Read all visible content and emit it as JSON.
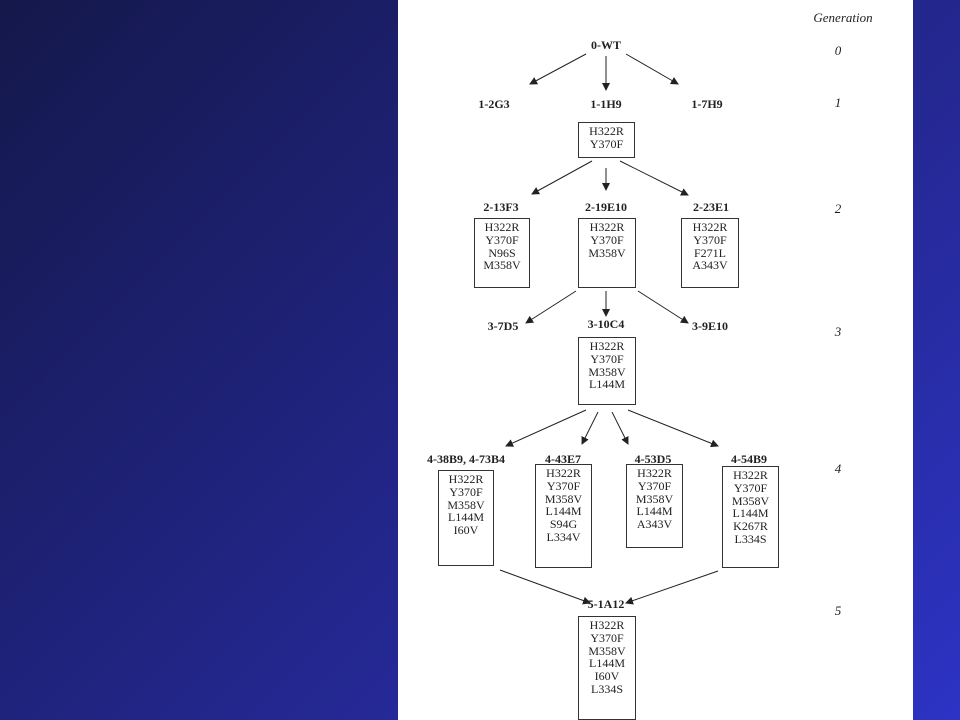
{
  "generation_header": "Generation",
  "generations": [
    "0",
    "1",
    "2",
    "3",
    "4",
    "5"
  ],
  "nodes": {
    "wt": "0-WT",
    "g1_a": "1-2G3",
    "g1_b": "1-1H9",
    "g1_c": "1-7H9",
    "g2_a": "2-13F3",
    "g2_b": "2-19E10",
    "g2_c": "2-23E1",
    "g3_a": "3-7D5",
    "g3_b": "3-10C4",
    "g3_c": "3-9E10",
    "g4_a": "4-38B9, 4-73B4",
    "g4_b": "4-43E7",
    "g4_c": "4-53D5",
    "g4_d": "4-54B9",
    "g5_a": "5-1A12"
  },
  "boxes": {
    "b_1h9": [
      "H322R",
      "Y370F"
    ],
    "b_13f3": [
      "H322R",
      "Y370F",
      "N96S",
      "M358V"
    ],
    "b_19e10": [
      "H322R",
      "Y370F",
      "M358V"
    ],
    "b_23e1": [
      "H322R",
      "Y370F",
      "F271L",
      "A343V"
    ],
    "b_10c4": [
      "H322R",
      "Y370F",
      "M358V",
      "L144M"
    ],
    "b_38b9": [
      "H322R",
      "Y370F",
      "M358V",
      "L144M",
      "I60V"
    ],
    "b_43e7": [
      "H322R",
      "Y370F",
      "M358V",
      "L144M",
      "S94G",
      "L334V"
    ],
    "b_53d5": [
      "H322R",
      "Y370F",
      "M358V",
      "L144M",
      "A343V"
    ],
    "b_54b9": [
      "H322R",
      "Y370F",
      "M358V",
      "L144M",
      "K267R",
      "L334S"
    ],
    "b_1a12": [
      "H322R",
      "Y370F",
      "M358V",
      "L144M",
      "I60V",
      "L334S"
    ]
  }
}
